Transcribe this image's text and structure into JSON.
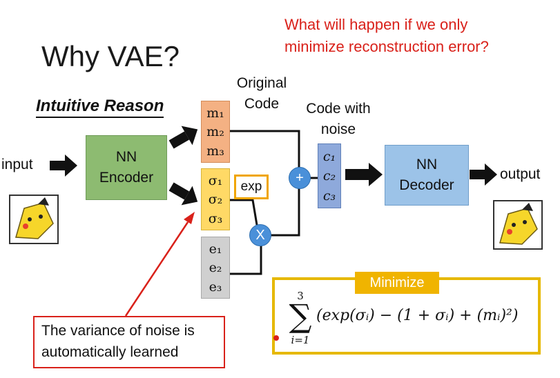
{
  "title": "Why VAE?",
  "question": [
    "What will happen if we only",
    "minimize reconstruction error?"
  ],
  "subtitle": "Intuitive Reason",
  "input_label": "input",
  "output_label": "output",
  "encoder": [
    "NN",
    "Encoder"
  ],
  "decoder": [
    "NN",
    "Decoder"
  ],
  "original_code_label": [
    "Original",
    "Code"
  ],
  "noise_code_label": [
    "Code with",
    "noise"
  ],
  "m_items": [
    "m₁",
    "m₂",
    "m₃"
  ],
  "sigma_items": [
    "σ₁",
    "σ₂",
    "σ₃"
  ],
  "e_items": [
    "e₁",
    "e₂",
    "e₃"
  ],
  "c_items": [
    "c₁",
    "c₂",
    "c₃"
  ],
  "exp_label": "exp",
  "plus_label": "+",
  "times_label": "X",
  "note": [
    "The variance of noise is",
    "automatically learned"
  ],
  "minimize_tag": "Minimize",
  "formula": {
    "upper": "3",
    "sigma": "∑",
    "lower": "i=1",
    "body": "(exp(σᵢ) − (1 + σᵢ) + (mᵢ)²)"
  },
  "colors": {
    "encoder": "#8dbb71",
    "decoder": "#9cc3e8",
    "mean_box": "#f4b183",
    "sigma_box": "#ffd966",
    "noise_box": "#d0d0d0",
    "code_box": "#8ea9db",
    "operator": "#4a90d9",
    "highlight": "#f0b400",
    "annotation": "#d9211a"
  }
}
